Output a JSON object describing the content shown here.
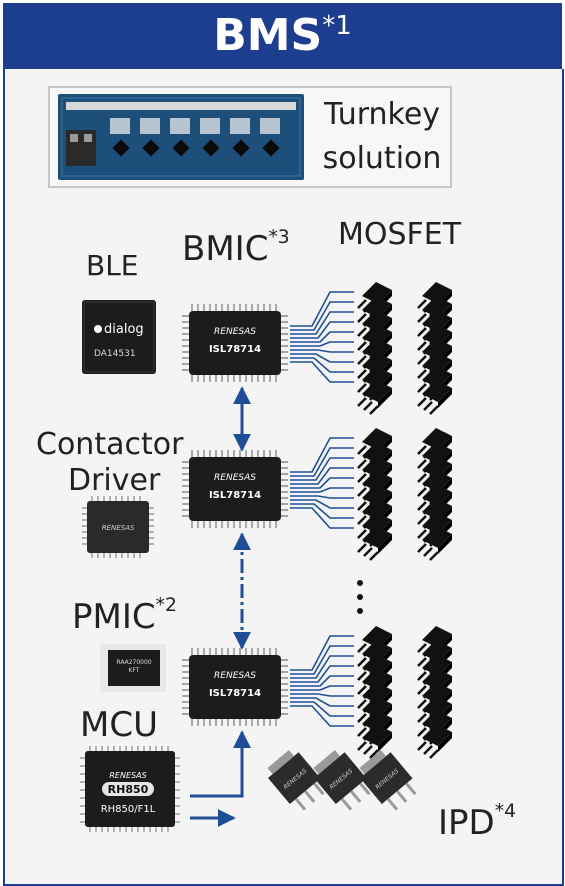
{
  "header": {
    "title": "BMS",
    "footnote": "*1"
  },
  "turnkey": {
    "line1": "Turnkey",
    "line2": "solution"
  },
  "labels": {
    "ble": "BLE",
    "bmic": "BMIC",
    "bmic_note": "*3",
    "mosfet": "MOSFET",
    "contactor_line1": "Contactor",
    "contactor_line2": "Driver",
    "pmic": "PMIC",
    "pmic_note": "*2",
    "mcu": "MCU",
    "ipd": "IPD",
    "ipd_note": "*4"
  },
  "chips": {
    "ble_chip": {
      "brand": "dialog",
      "part": "DA14531"
    },
    "bmic_1": {
      "brand": "RENESAS",
      "part": "ISL78714"
    },
    "bmic_2": {
      "brand": "RENESAS",
      "part": "ISL78714"
    },
    "bmic_3": {
      "brand": "RENESAS",
      "part": "ISL78714"
    },
    "contactor_chip": {
      "brand": "RENESAS"
    },
    "pmic_chip": {
      "part": "RAA270000",
      "part2": "KFT"
    },
    "mcu_chip": {
      "brand": "RENESAS",
      "family": "RH850",
      "part": "RH850/F1L"
    },
    "ipd_chip": {
      "brand": "RENESAS"
    }
  },
  "colors": {
    "header": "#1d3d8f",
    "arrow": "#1f4e96",
    "chip": "#1c1c1c",
    "board": "#1e4f7a"
  }
}
